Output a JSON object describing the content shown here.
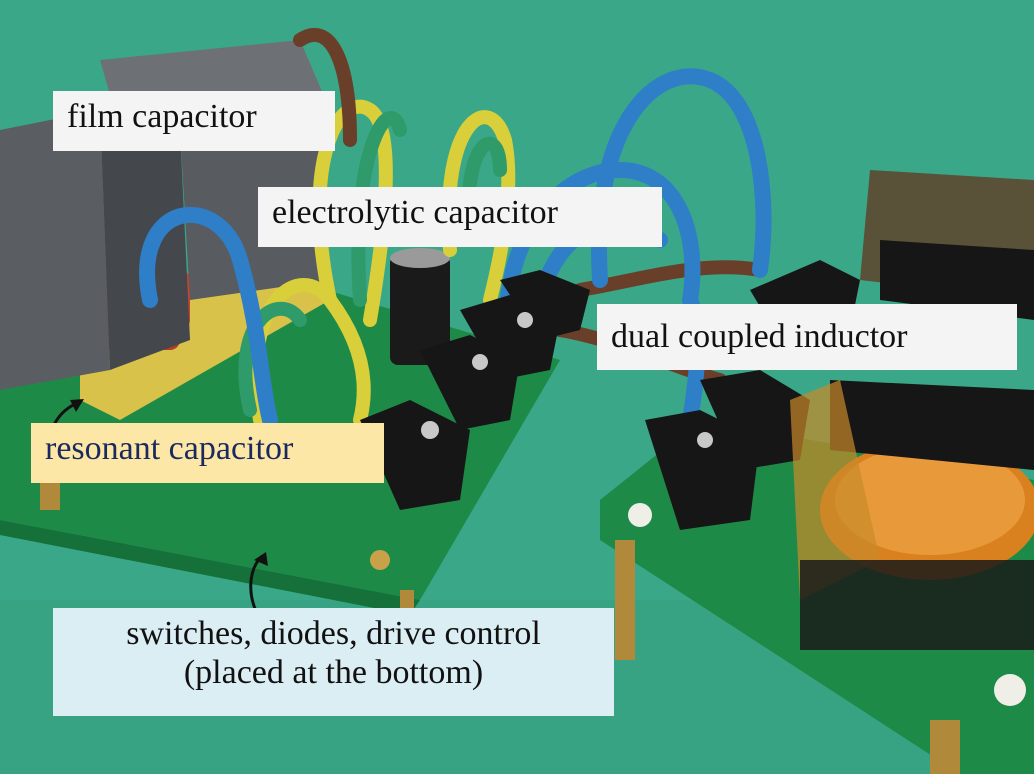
{
  "labels": {
    "film_capacitor": "film capacitor",
    "electrolytic_capacitor": "electrolytic capacitor",
    "dual_coupled_inductor": "dual coupled inductor",
    "resonant_capacitor": "resonant capacitor",
    "switches_line1": "switches, diodes, drive control",
    "switches_line2": "(placed at the bottom)"
  },
  "colors": {
    "background_mat": "#3fae8c",
    "resonant_label_bg": "#fde7a6",
    "switches_label_bg": "#dbeef4",
    "white_label_bg": "#f4f4f4",
    "wire_blue": "#2f7fc8",
    "wire_brown": "#6a3f2a",
    "wire_yellow_green": "#d8d03a",
    "pcb_green": "#1f8a4a"
  }
}
